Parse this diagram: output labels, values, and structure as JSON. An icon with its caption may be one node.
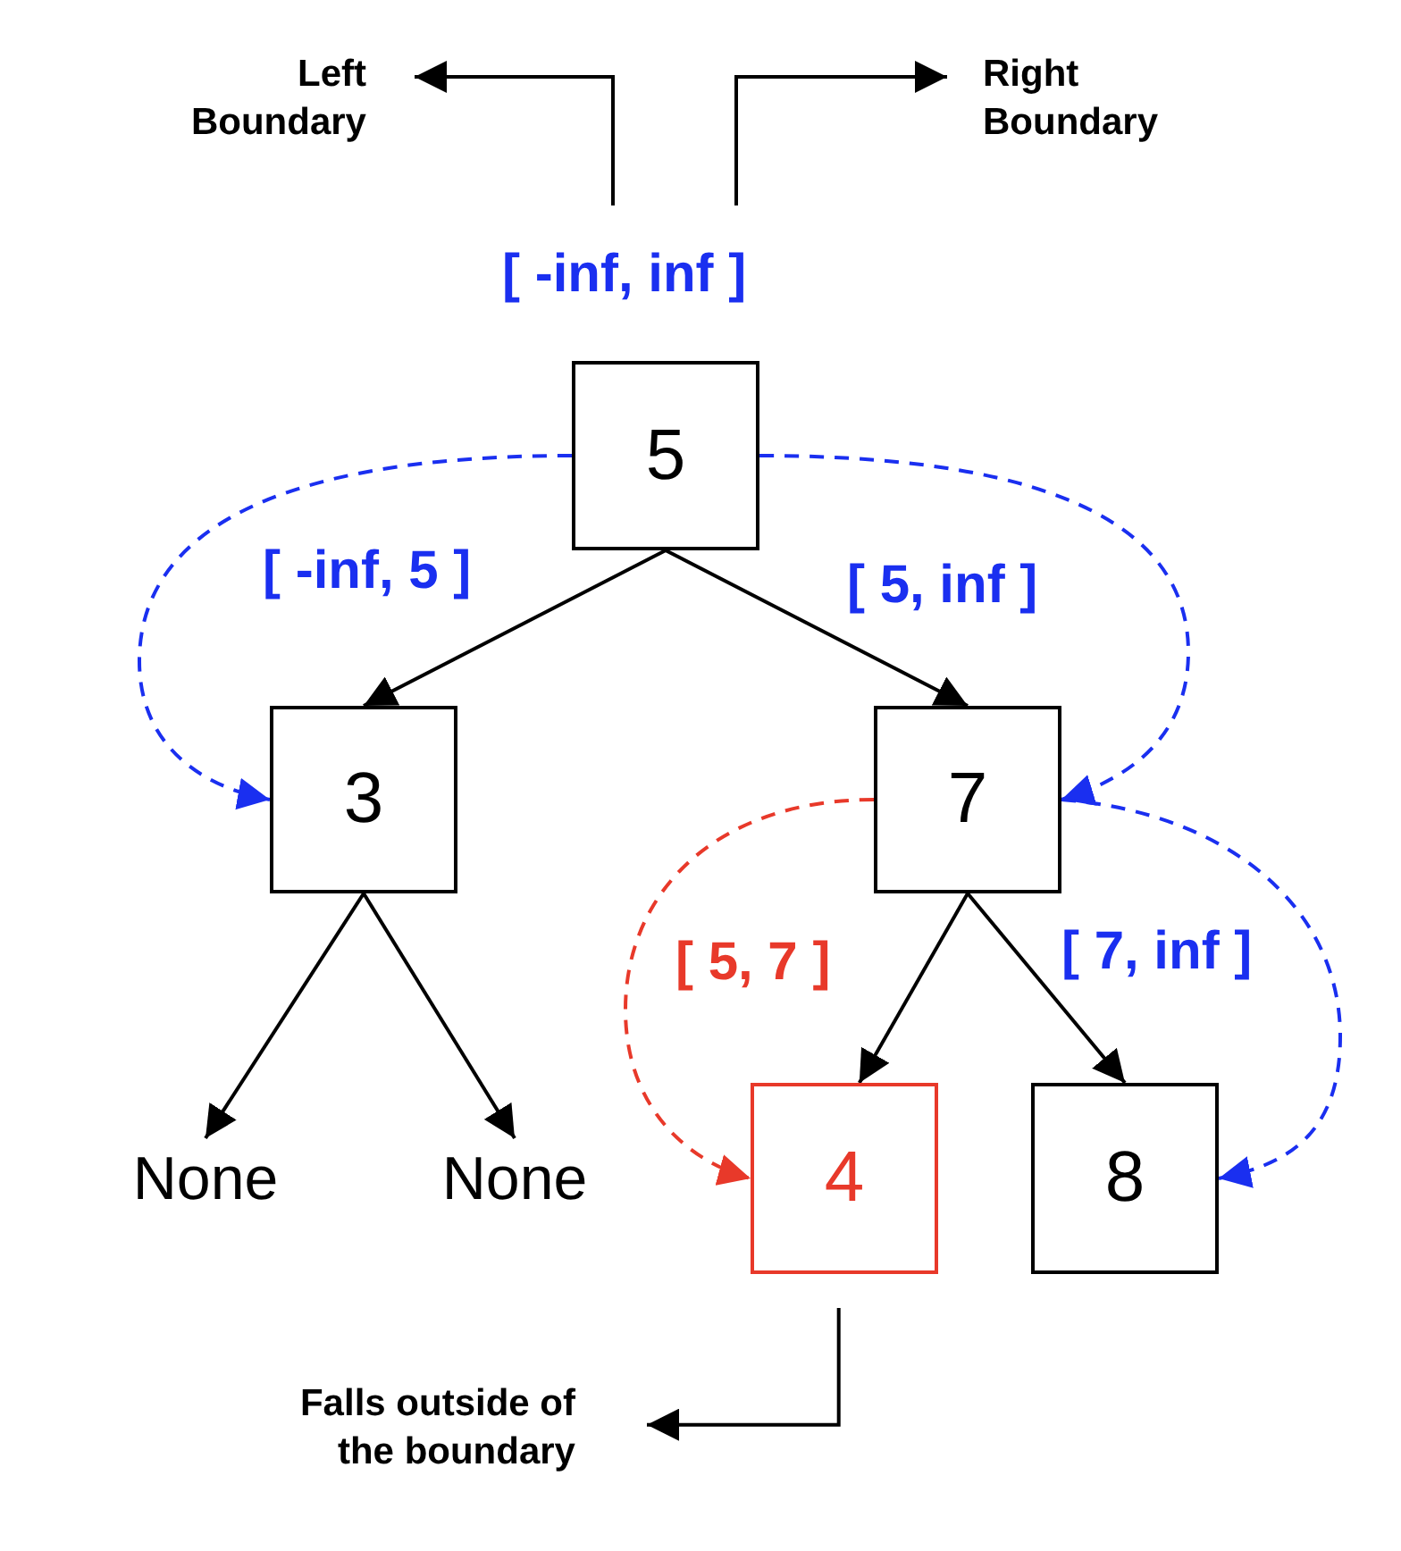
{
  "diagram": {
    "nodes": [
      {
        "text": [
          "Left Boundary"
        ]
      },
      {
        "text": [
          "Right Boundary"
        ]
      },
      {
        "text": [
          "5"
        ]
      },
      {
        "text": [
          "3"
        ]
      },
      {
        "text": [
          "7"
        ]
      },
      {
        "text": [
          "None"
        ]
      },
      {
        "text": [
          "None"
        ]
      },
      {
        "text": [
          "4"
        ]
      },
      {
        "text": [
          "8"
        ]
      },
      {
        "text": [
          "Falls outside of the boundary"
        ]
      }
    ],
    "edges": [
      {
        "from": null,
        "to": 0,
        "arrow": "to"
      },
      {
        "from": null,
        "to": 1,
        "arrow": "to"
      },
      {
        "from": 2,
        "to": 3,
        "arrow": "to"
      },
      {
        "from": 2,
        "to": 4,
        "arrow": "to"
      },
      {
        "from": 3,
        "to": 5,
        "arrow": "to"
      },
      {
        "from": 3,
        "to": 6,
        "arrow": "to"
      },
      {
        "from": 4,
        "to": 7,
        "arrow": "to"
      },
      {
        "from": 4,
        "to": 8,
        "arrow": "to"
      },
      {
        "from": 2,
        "to": 3,
        "arrow": "to",
        "label": "[ -inf, 5 ]",
        "style": "dashed",
        "color": "#1a2ff0"
      },
      {
        "from": 2,
        "to": 4,
        "arrow": "to",
        "label": "[ 5, inf ]",
        "style": "dashed",
        "color": "#1a2ff0"
      },
      {
        "from": 4,
        "to": 7,
        "arrow": "to",
        "label": "[ 5, 7 ]",
        "style": "dashed",
        "color": "#e8392a"
      },
      {
        "from": 4,
        "to": 8,
        "arrow": "to",
        "label": "[ 7, inf ]",
        "style": "dashed",
        "color": "#1a2ff0"
      },
      {
        "from": 7,
        "to": 9,
        "arrow": "to"
      }
    ],
    "labels": [
      "[ -inf, inf ]"
    ]
  }
}
